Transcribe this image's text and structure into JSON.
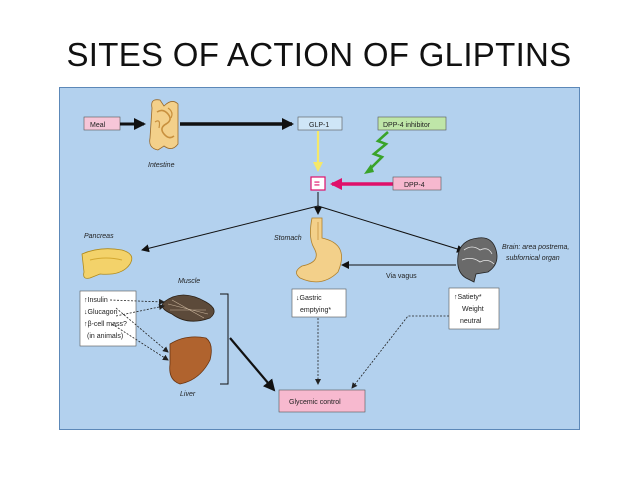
{
  "title": "SITES OF ACTION OF GLIPTINS",
  "nodes": {
    "meal": "Meal",
    "intestine": "Intestine",
    "glp1": "GLP-1",
    "dpp4_inhibitor": "DPP-4 inhibitor",
    "dpp4": "DPP-4",
    "block_symbol": "=",
    "pancreas": "Pancreas",
    "stomach": "Stomach",
    "brain_line1": "Brain: area postrema,",
    "brain_line2": "subfornical organ",
    "via_vagus": "Via vagus",
    "muscle": "Muscle",
    "liver": "Liver",
    "glycemic_control": "Glycemic control"
  },
  "pancreas_effects": [
    "↑Insulin",
    "↓Glucagon",
    "↑β-cell mass?",
    "(in animals)"
  ],
  "stomach_effects": [
    "↓Gastric",
    "emptying*"
  ],
  "brain_effects": [
    "↑Satiety*",
    "Weight",
    "neutral"
  ],
  "colors": {
    "panel": "#b3d1ee",
    "meal_box": "#f6c6d8",
    "glp1_box": "#cfe6f7",
    "dpp4_inhibitor_box": "#bfe6a8",
    "dpp4_box": "#f6b8cf",
    "glycemic_box": "#f7b9cf",
    "inhibitor_arrow": "#3aa32a",
    "dpp4_arrow": "#e0106a",
    "glp1_arrow": "#f5e86a"
  }
}
